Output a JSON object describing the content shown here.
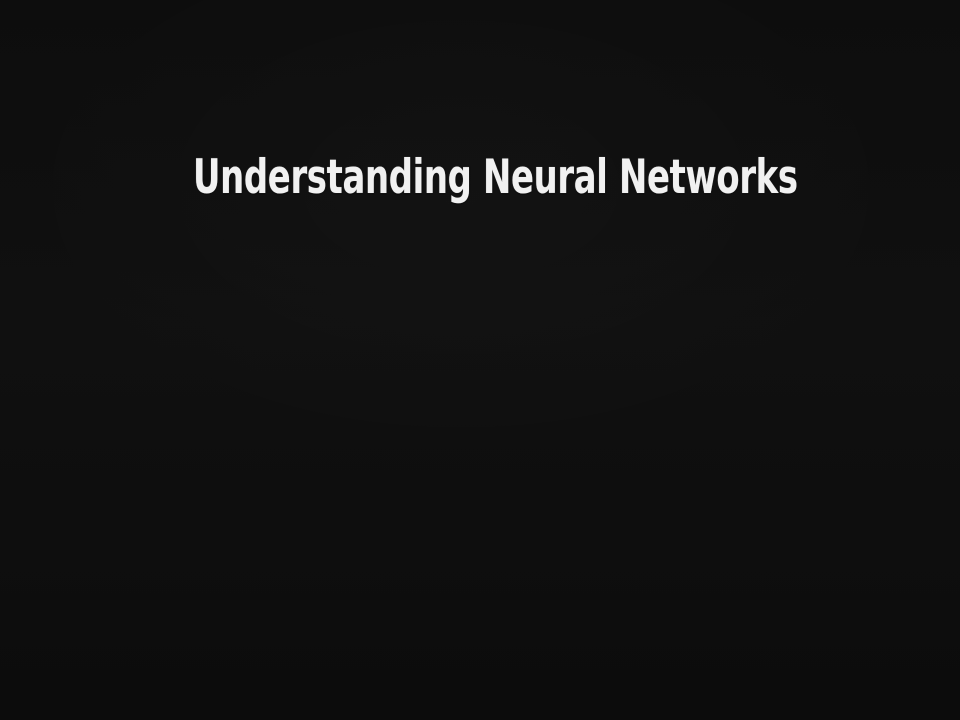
{
  "document": {
    "kind": "book-cover",
    "title": "Understanding Neural Networks"
  },
  "cover": {
    "title": "Understanding Neural Networks",
    "background_color": "#0e0e0e",
    "title_color": "#f1f1f1",
    "title_alignment": "left"
  }
}
